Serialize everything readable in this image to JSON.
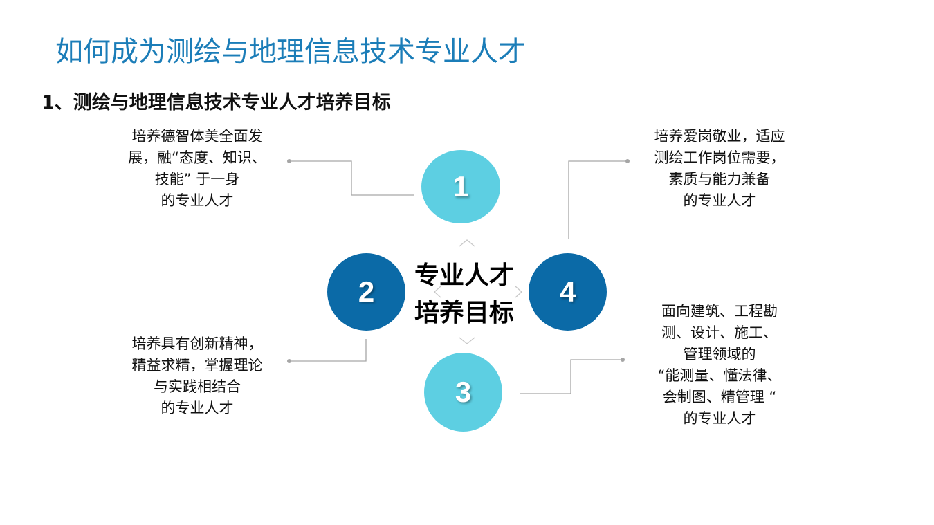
{
  "title": "如何成为测绘与地理信息技术专业人才",
  "subtitle": "1、测绘与地理信息技术专业人才培养目标",
  "center": {
    "line1": "专业人才",
    "line2": "培养目标"
  },
  "nodes": [
    {
      "number": "1",
      "text": "培养德智体美全面发\n展，融“态度、知识、\n技能” 于一身\n的专业人才"
    },
    {
      "number": "2",
      "text": "培养具有创新精神，\n精益求精，掌握理论\n与实践相结合\n的专业人才"
    },
    {
      "number": "3",
      "text": "面向建筑、工程勘\n测、设计、施工、\n管理领域的\n“能测量、懂法律、\n会制图、精管理 “\n的专业人才"
    },
    {
      "number": "4",
      "text": "培养爱岗敬业，适应\n测绘工作岗位需要，\n素质与能力兼备\n的专业人才"
    }
  ],
  "colors": {
    "title": "#1b7db8",
    "light": "#5dcfe2",
    "dark": "#0b6aa7",
    "line": "#a6a6a6"
  }
}
